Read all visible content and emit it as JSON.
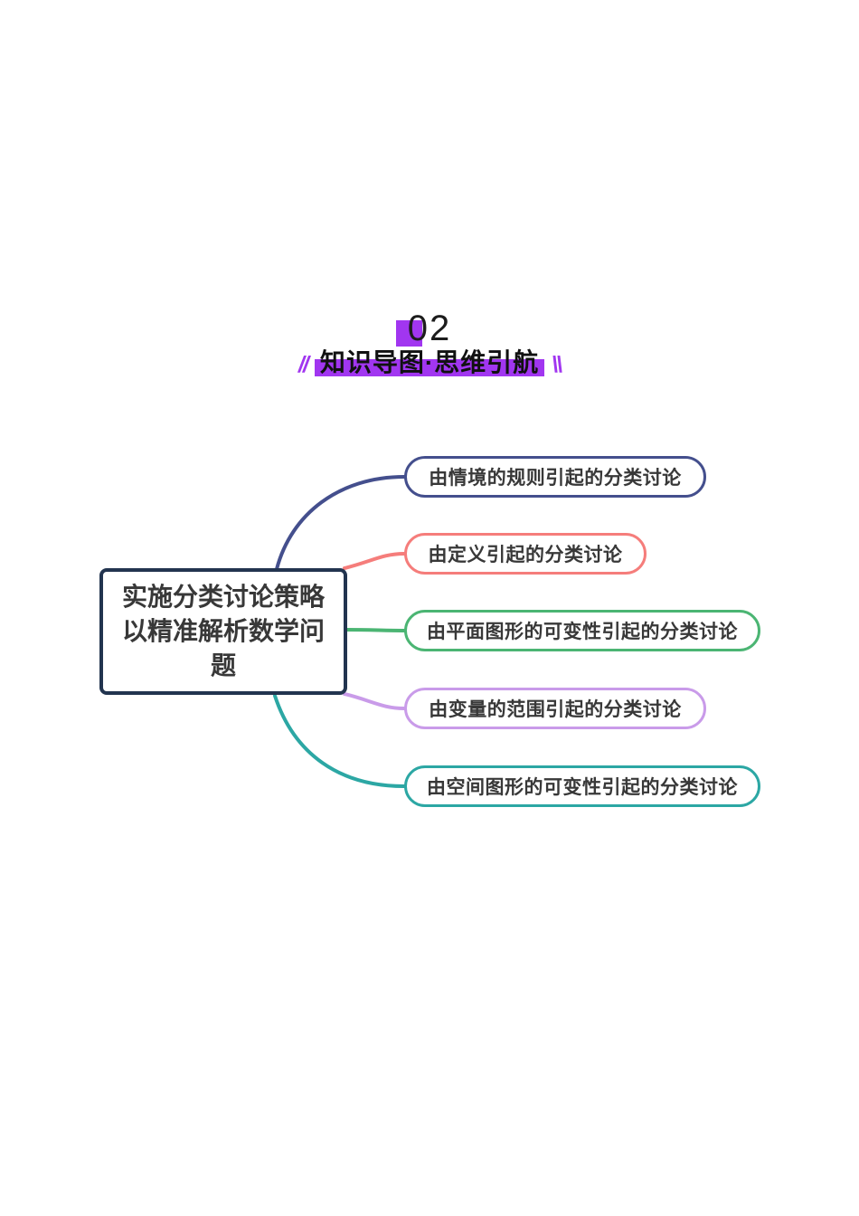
{
  "header": {
    "section_number": "02",
    "title": "知识导图·思维引航",
    "accent_color": "#a136f0",
    "decor_left": "//",
    "decor_right": "\\\\"
  },
  "mindmap": {
    "root": {
      "label": "实施分类讨论策略以精准解析数学问题",
      "border_color": "#22344f",
      "text_color": "#383838"
    },
    "branches": [
      {
        "label": "由情境的规则引起的分类讨论",
        "color": "#444f8d"
      },
      {
        "label": "由定义引起的分类讨论",
        "color": "#f57d7b"
      },
      {
        "label": "由平面图形的可变性引起的分类讨论",
        "color": "#4bb573"
      },
      {
        "label": "由变量的范围引起的分类讨论",
        "color": "#c99be9"
      },
      {
        "label": "由空间图形的可变性引起的分类讨论",
        "color": "#2ca7a4"
      }
    ]
  }
}
